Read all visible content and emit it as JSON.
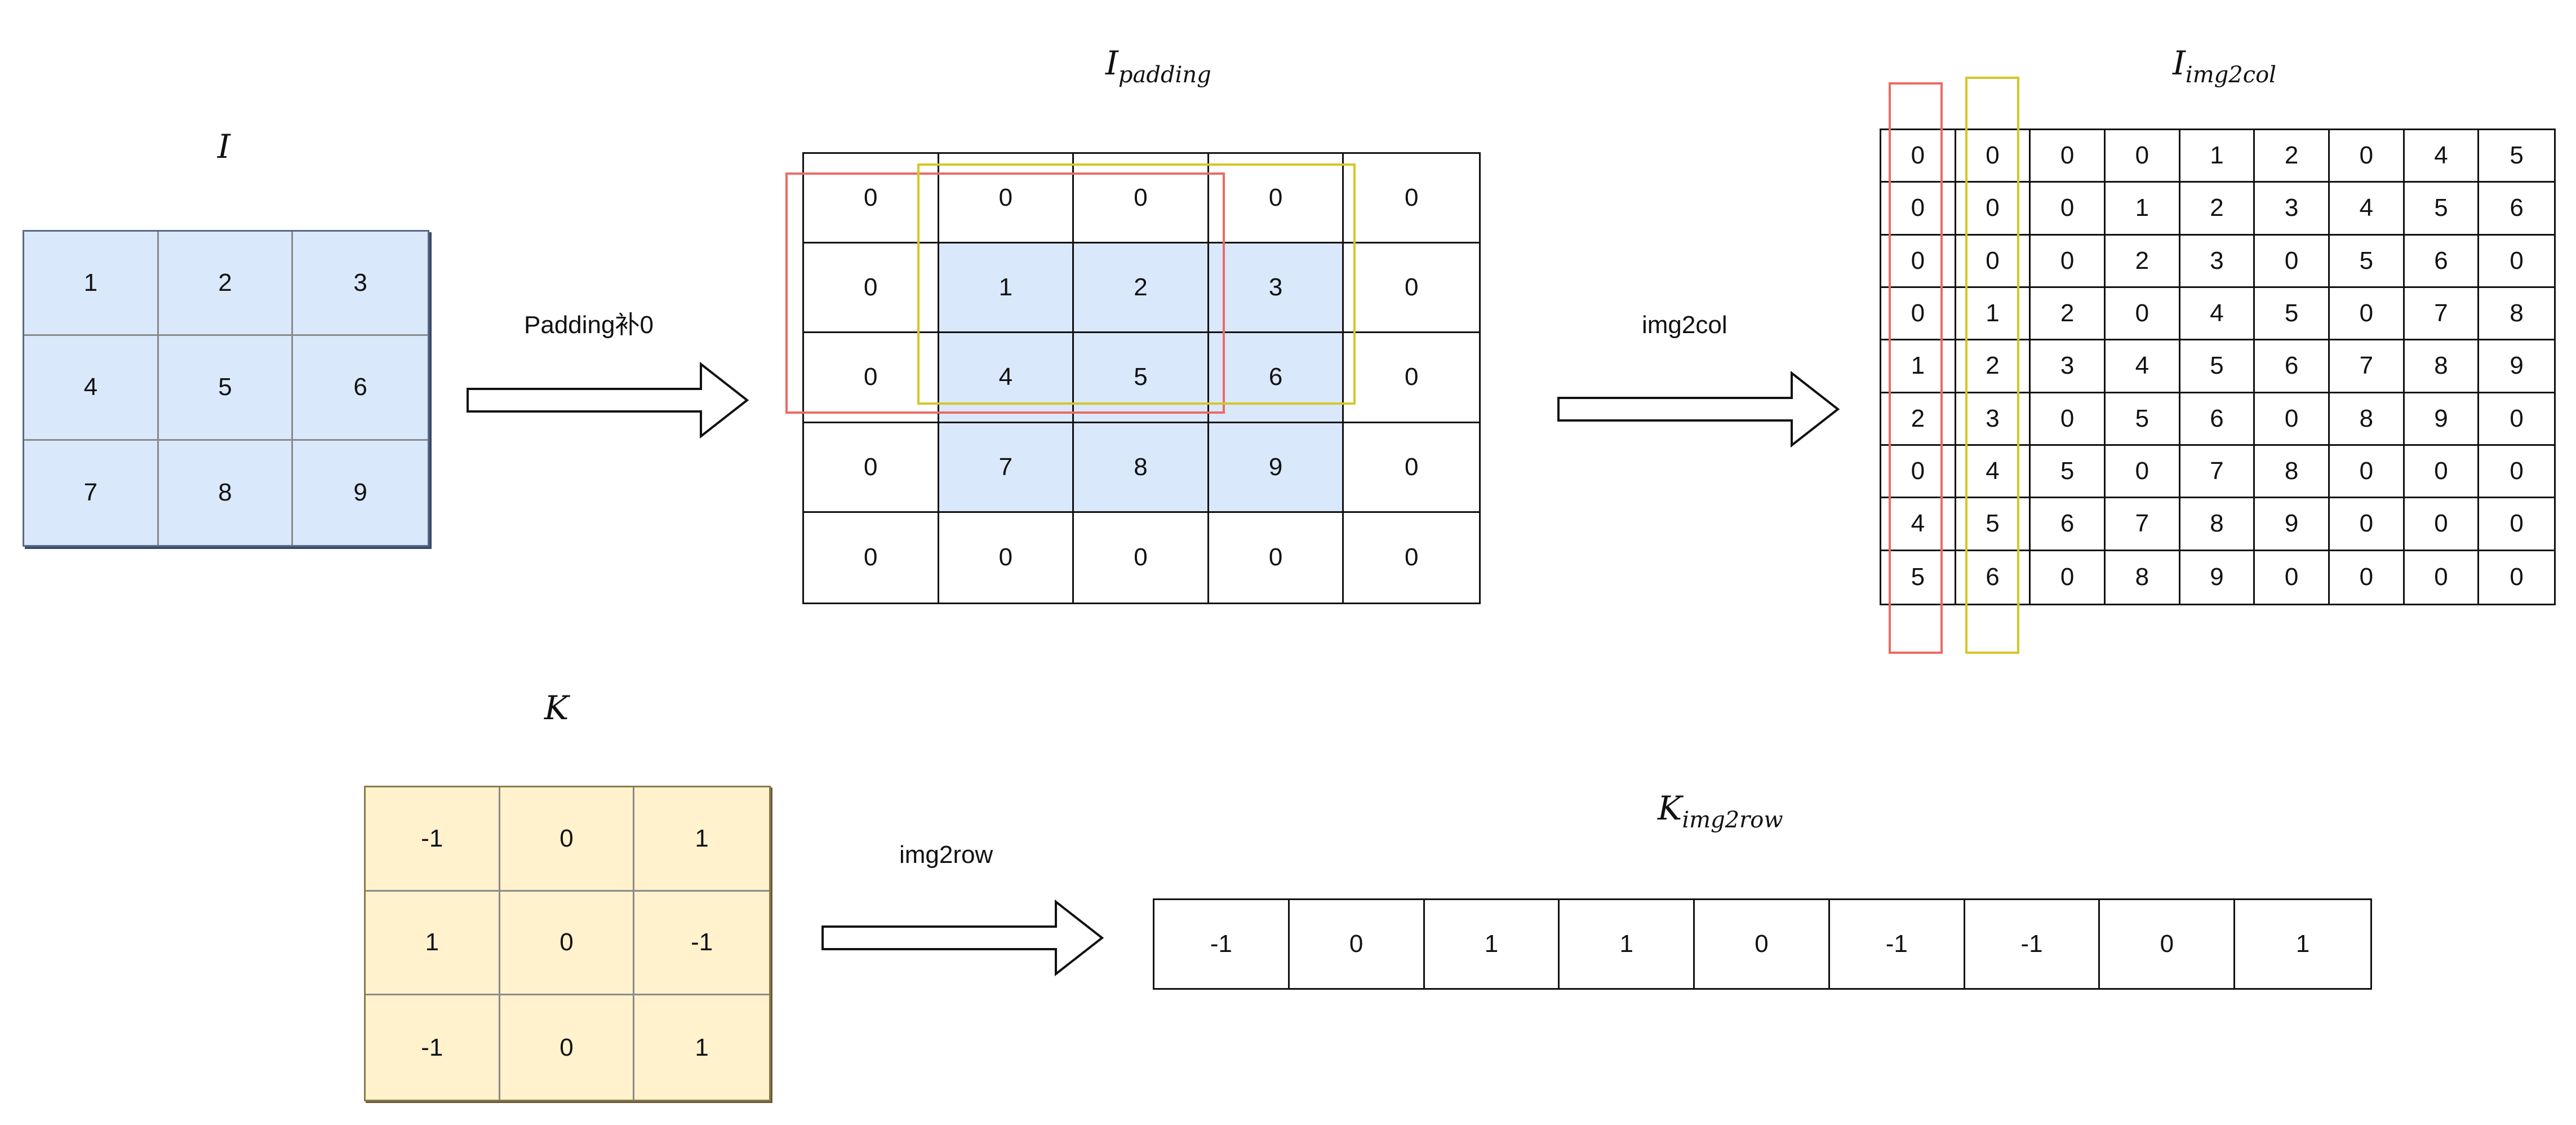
{
  "titles": {
    "input": {
      "base": "I",
      "sub": ""
    },
    "padding": {
      "base": "I",
      "sub": "padding"
    },
    "img2col": {
      "base": "I",
      "sub": "img2col"
    },
    "kernel": {
      "base": "K",
      "sub": ""
    },
    "img2row": {
      "base": "K",
      "sub": "img2row"
    }
  },
  "labels": {
    "padding_arrow": "Padding补0",
    "img2col_arrow": "img2col",
    "img2row_arrow": "img2row"
  },
  "colors": {
    "input_fill": "#dae8fc",
    "kernel_fill": "#fff2cc",
    "highlight_red": "#ea6b66",
    "highlight_yellow": "#d6c627"
  },
  "input_matrix": [
    [
      "1",
      "2",
      "3"
    ],
    [
      "4",
      "5",
      "6"
    ],
    [
      "7",
      "8",
      "9"
    ]
  ],
  "padded_matrix": [
    [
      "0",
      "0",
      "0",
      "0",
      "0"
    ],
    [
      "0",
      "1",
      "2",
      "3",
      "0"
    ],
    [
      "0",
      "4",
      "5",
      "6",
      "0"
    ],
    [
      "0",
      "7",
      "8",
      "9",
      "0"
    ],
    [
      "0",
      "0",
      "0",
      "0",
      "0"
    ]
  ],
  "img2col_matrix": [
    [
      "0",
      "0",
      "0",
      "0",
      "1",
      "2",
      "0",
      "4",
      "5"
    ],
    [
      "0",
      "0",
      "0",
      "1",
      "2",
      "3",
      "4",
      "5",
      "6"
    ],
    [
      "0",
      "0",
      "0",
      "2",
      "3",
      "0",
      "5",
      "6",
      "0"
    ],
    [
      "0",
      "1",
      "2",
      "0",
      "4",
      "5",
      "0",
      "7",
      "8"
    ],
    [
      "1",
      "2",
      "3",
      "4",
      "5",
      "6",
      "7",
      "8",
      "9"
    ],
    [
      "2",
      "3",
      "0",
      "5",
      "6",
      "0",
      "8",
      "9",
      "0"
    ],
    [
      "0",
      "4",
      "5",
      "0",
      "7",
      "8",
      "0",
      "0",
      "0"
    ],
    [
      "4",
      "5",
      "6",
      "7",
      "8",
      "9",
      "0",
      "0",
      "0"
    ],
    [
      "5",
      "6",
      "0",
      "8",
      "9",
      "0",
      "0",
      "0",
      "0"
    ]
  ],
  "kernel_matrix": [
    [
      "-1",
      "0",
      "1"
    ],
    [
      "1",
      "0",
      "-1"
    ],
    [
      "-1",
      "0",
      "1"
    ]
  ],
  "kernel_row": [
    "-1",
    "0",
    "1",
    "1",
    "0",
    "-1",
    "-1",
    "0",
    "1"
  ]
}
